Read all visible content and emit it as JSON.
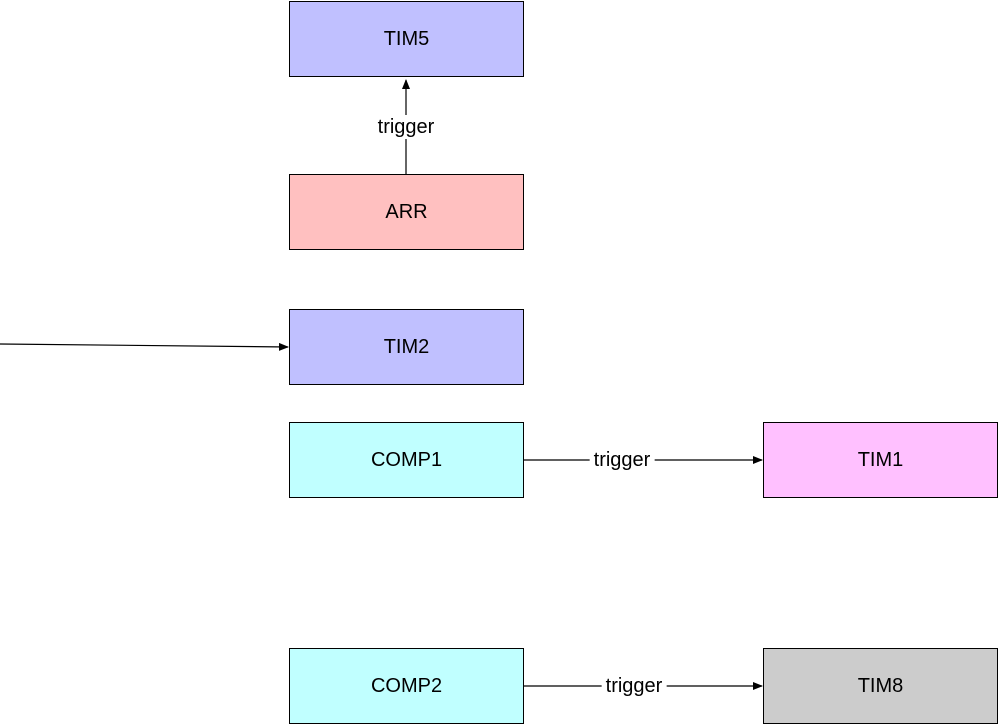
{
  "nodes": {
    "tim5": {
      "label": "TIM5",
      "color": "#c0c0ff"
    },
    "arr": {
      "label": "ARR",
      "color": "#ffc0c0"
    },
    "tim2": {
      "label": "TIM2",
      "color": "#c0c0ff"
    },
    "comp1": {
      "label": "COMP1",
      "color": "#c0ffff"
    },
    "tim1": {
      "label": "TIM1",
      "color": "#ffc0ff"
    },
    "comp2": {
      "label": "COMP2",
      "color": "#c0ffff"
    },
    "tim8": {
      "label": "TIM8",
      "color": "#cccccc"
    }
  },
  "edges": {
    "arr_to_tim5": {
      "label": "trigger"
    },
    "comp1_to_tim1": {
      "label": "trigger"
    },
    "comp2_to_tim8": {
      "label": "trigger"
    }
  }
}
